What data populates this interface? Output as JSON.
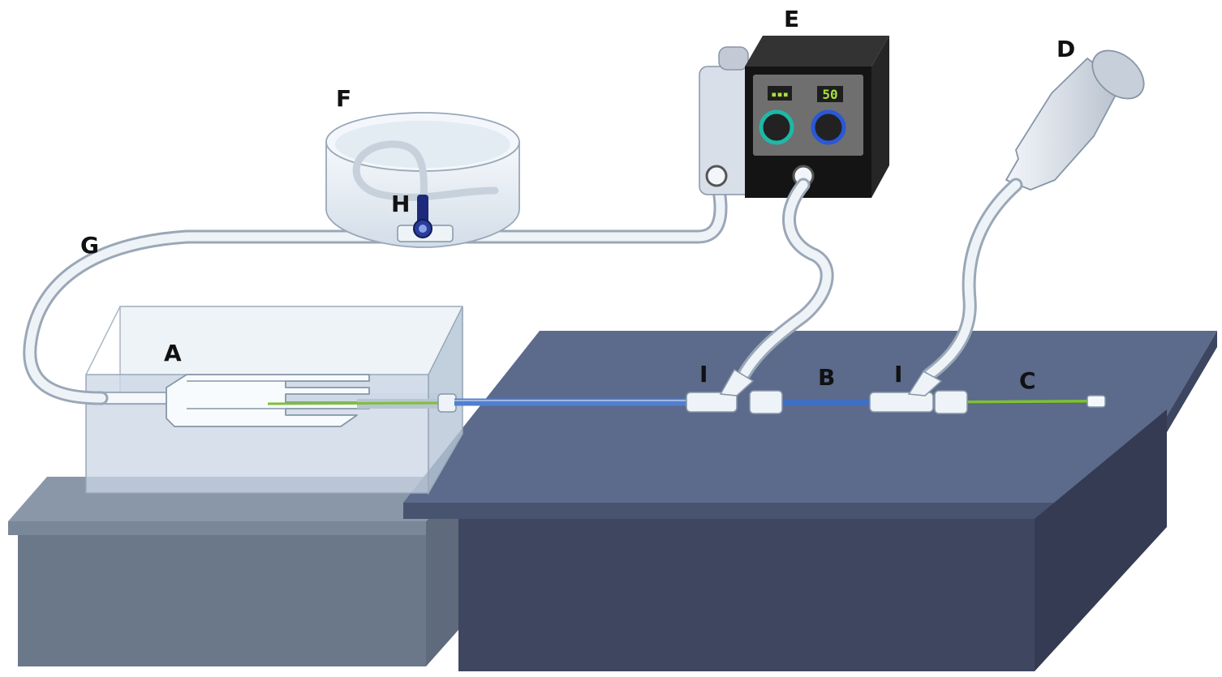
{
  "labels": {
    "a": "A",
    "b": "B",
    "c": "C",
    "d": "D",
    "e": "E",
    "f": "F",
    "g": "G",
    "h": "H",
    "i_left": "I",
    "i_right": "I"
  },
  "pump": {
    "left_display": "▪▪▪",
    "right_display": "50"
  },
  "colors": {
    "table_top": "#5c6a8c",
    "table_front": "#3f4760",
    "table_side": "#343b52",
    "bench_top": "#8a97a8",
    "bench_front": "#6b7889",
    "pump_body": "#141414",
    "pump_panel": "#6f6f6f",
    "display_green": "#a8e03a",
    "knob_teal": "#1fb8a6",
    "knob_blue": "#2a58d6",
    "sheath_blue": "#3f6fc2",
    "wire_green": "#7fbf3a",
    "tubing": "#dfe7ef"
  }
}
